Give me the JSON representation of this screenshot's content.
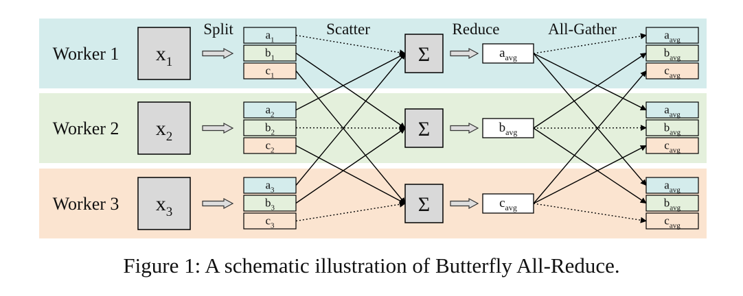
{
  "labels": {
    "split": "Split",
    "scatter": "Scatter",
    "reduce": "Reduce",
    "allgather": "All-Gather"
  },
  "sum_symbol": "Σ",
  "colors": {
    "row1": "#d4ecec",
    "row2": "#e4f0dc",
    "row3": "#fbe4d0",
    "cell_a": "#d4ecec",
    "cell_b": "#e4f0dc",
    "cell_c": "#fbe4d0",
    "box": "#d9d9d9"
  },
  "workers": [
    {
      "label": "Worker 1",
      "input": {
        "base": "x",
        "sub": "1"
      },
      "parts": [
        {
          "base": "a",
          "sub": "1"
        },
        {
          "base": "b",
          "sub": "1"
        },
        {
          "base": "c",
          "sub": "1"
        }
      ],
      "avg": {
        "base": "a",
        "sub": "avg"
      }
    },
    {
      "label": "Worker 2",
      "input": {
        "base": "x",
        "sub": "2"
      },
      "parts": [
        {
          "base": "a",
          "sub": "2"
        },
        {
          "base": "b",
          "sub": "2"
        },
        {
          "base": "c",
          "sub": "2"
        }
      ],
      "avg": {
        "base": "b",
        "sub": "avg"
      }
    },
    {
      "label": "Worker 3",
      "input": {
        "base": "x",
        "sub": "3"
      },
      "parts": [
        {
          "base": "a",
          "sub": "3"
        },
        {
          "base": "b",
          "sub": "3"
        },
        {
          "base": "c",
          "sub": "3"
        }
      ],
      "avg": {
        "base": "c",
        "sub": "avg"
      }
    }
  ],
  "gathered": [
    {
      "base": "a",
      "sub": "avg"
    },
    {
      "base": "b",
      "sub": "avg"
    },
    {
      "base": "c",
      "sub": "avg"
    }
  ],
  "caption": "Figure 1: A schematic illustration of Butterfly All-Reduce."
}
